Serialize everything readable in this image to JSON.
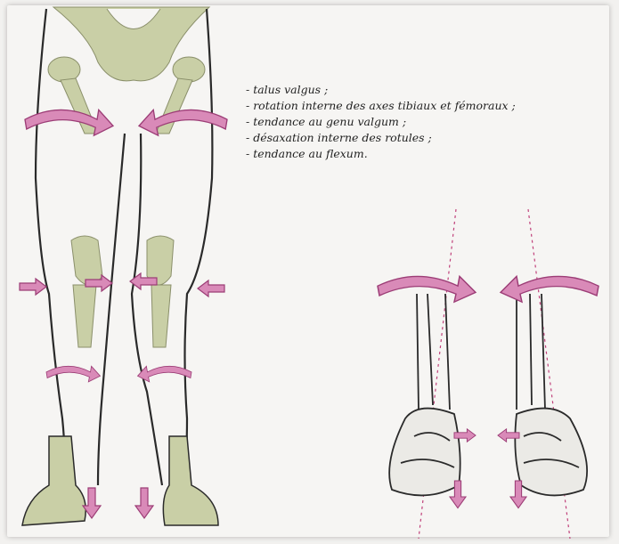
{
  "legend": {
    "items": [
      "- talus valgus ;",
      "- rotation interne des axes tibiaux et fémoraux ;",
      "- tendance au genu valgum ;",
      "- désaxation interne des rotules ;",
      "- tendance au flexum."
    ]
  },
  "colors": {
    "arrow_fill": "#d98ab8",
    "arrow_stroke": "#9c3d76",
    "bone": "#c9cfa6",
    "outline": "#2a2a2a",
    "axis_line": "#c0407a"
  },
  "icons": {
    "rotation_arrow": "curved-arrow-icon",
    "medial_arrow": "horizontal-arrow-icon",
    "down_arrow": "down-arrow-icon"
  }
}
